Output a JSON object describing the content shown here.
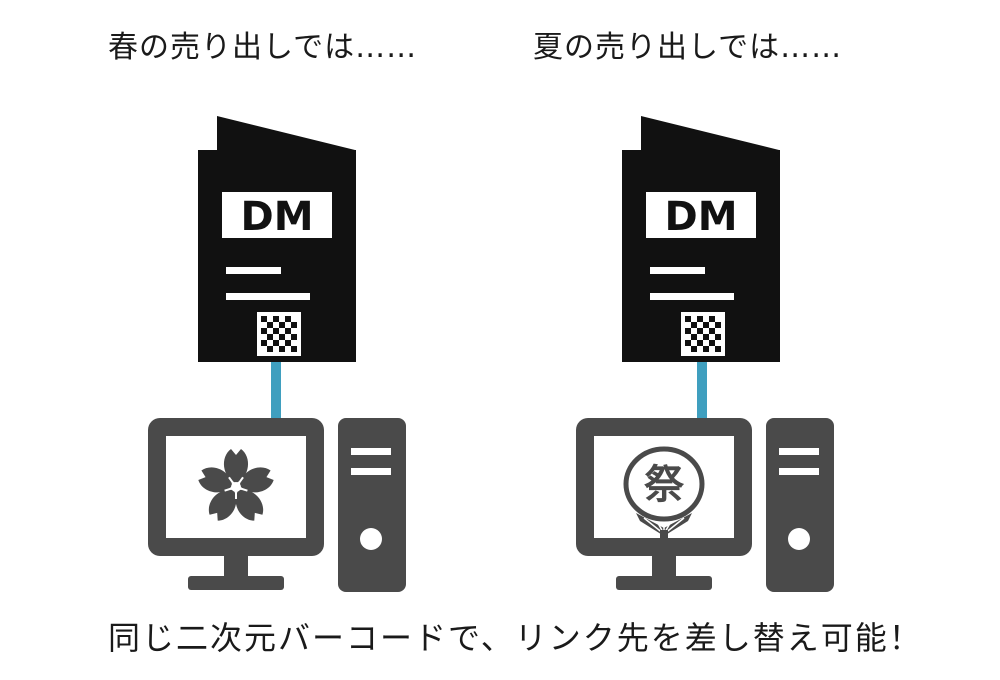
{
  "captions": {
    "spring": "春の売り出しでは……",
    "summer": "夏の売り出しでは……",
    "footer": "同じ二次元バーコードで、リンク先を差し替え可能！"
  },
  "mailers": {
    "left_label": "DM",
    "right_label": "DM"
  },
  "screens": {
    "right_fan_character": "祭"
  },
  "icons": {
    "left_screen": "sakura-blossom-icon",
    "right_screen": "uchiwa-fan-icon",
    "left_code": "qr-code-icon",
    "right_code": "qr-code-icon"
  },
  "colors": {
    "mailer": "#111111",
    "computer": "#4a4a4a",
    "link_line": "#3f9fbf",
    "screen": "#ffffff",
    "text": "#1a1a1a"
  }
}
